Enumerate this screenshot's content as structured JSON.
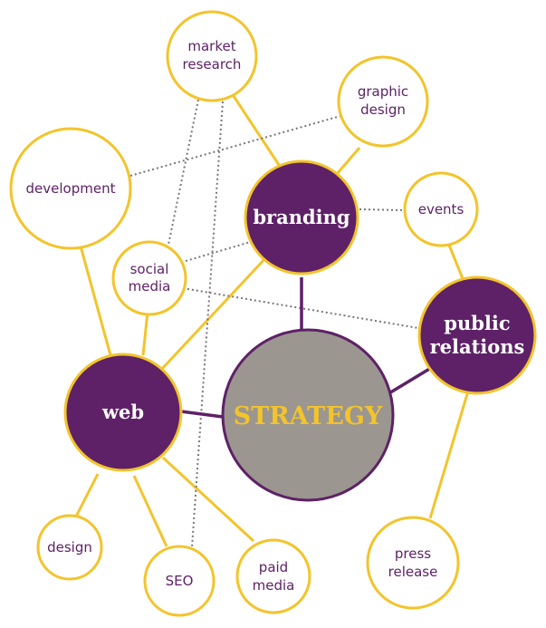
{
  "colors": {
    "purple": "#5e2167",
    "yellow": "#f3c42b",
    "gray": "#9b9690",
    "dotted": "#777777",
    "white": "#ffffff"
  },
  "nodes": {
    "strategy": {
      "label": "STRATEGY"
    },
    "branding": {
      "label": "branding"
    },
    "public_relations": {
      "label_line1": "public",
      "label_line2": "relations"
    },
    "web": {
      "label": "web"
    },
    "market_research": {
      "label_line1": "market",
      "label_line2": "research"
    },
    "graphic_design": {
      "label_line1": "graphic",
      "label_line2": "design"
    },
    "development": {
      "label": "development"
    },
    "events": {
      "label": "events"
    },
    "social_media": {
      "label_line1": "social",
      "label_line2": "media"
    },
    "design": {
      "label": "design"
    },
    "seo": {
      "label": "SEO"
    },
    "paid_media": {
      "label_line1": "paid",
      "label_line2": "media"
    },
    "press_release": {
      "label_line1": "press",
      "label_line2": "release"
    }
  }
}
